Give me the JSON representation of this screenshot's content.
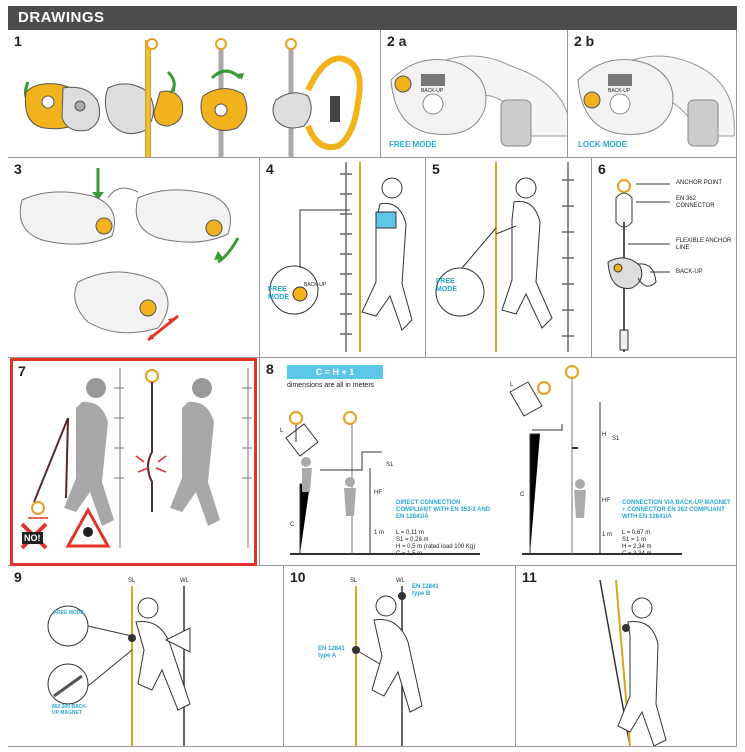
{
  "header": {
    "title": "DRAWINGS"
  },
  "panels": {
    "p1": {
      "num": "1"
    },
    "p2a": {
      "num": "2 a",
      "mode": "FREE MODE",
      "device_label": "BACK-UP"
    },
    "p2b": {
      "num": "2 b",
      "mode": "LOCK MODE",
      "device_label": "BACK-UP"
    },
    "p3": {
      "num": "3"
    },
    "p4": {
      "num": "4",
      "mode": "FREE MODE",
      "device_label": "BACK-UP"
    },
    "p5": {
      "num": "5",
      "mode": "FREE MODE"
    },
    "p6": {
      "num": "6",
      "labels": [
        "ANCHOR POINT",
        "EN 362 CONNECTOR",
        "FLEXIBLE ANCHOR LINE",
        "BACK-UP"
      ]
    },
    "p7": {
      "num": "7",
      "warning": "NO!"
    },
    "p8": {
      "num": "8",
      "formula": "C = H + 1",
      "note": "dimensions are all in meters",
      "left_caption": "DIRECT CONNECTION COMPLIANT WITH EN 353-2 AND EN 12841/A",
      "left_values": [
        "L = 0,11 m",
        "S1 = 0,28 m",
        "H = 0,5 m (rated load 100 Kg)",
        "C = 1,5 m"
      ],
      "right_caption": "CONNECTION VIA BACK-UP MAGNET + CONNECTOR EN 362 COMPLIANT WITH EN 12841/A",
      "right_values": [
        "L = 0,67 m",
        "S1 = 1 m",
        "H = 2,34 m",
        "C = 3,34 m"
      ],
      "dims": {
        "l": "L",
        "s1": "S1",
        "h": "H",
        "hf": "HF",
        "c": "C",
        "one_m": "1 m"
      }
    },
    "p9": {
      "num": "9",
      "sl": "SL",
      "wl": "WL",
      "mode": "FREE MODE",
      "magnet": "802.300 BACK-UP MAGNET"
    },
    "p10": {
      "num": "10",
      "sl": "SL",
      "wl": "WL",
      "en_b": "EN 12841 type B",
      "en_a": "EN 12841 type A"
    },
    "p11": {
      "num": "11"
    }
  },
  "colors": {
    "accent": "#29a8d0",
    "device": "#f2b21b",
    "header": "#4d4d4f",
    "warning": "#e2332a"
  }
}
